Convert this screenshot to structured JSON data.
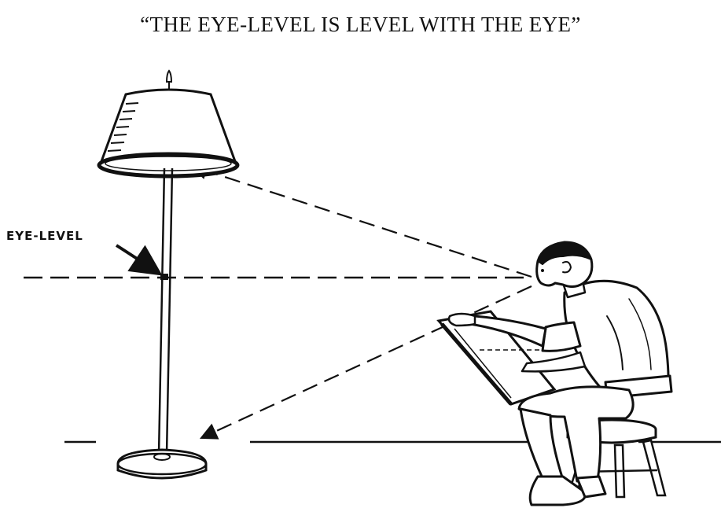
{
  "title": "“THE EYE-LEVEL IS LEVEL WITH THE EYE”",
  "labels": {
    "eye_level": "EYE-LEVEL"
  },
  "colors": {
    "ink": "#111111",
    "paper": "#ffffff"
  },
  "figure": {
    "subjects": [
      "floor-lamp",
      "seated-artist",
      "drawing-board",
      "stool"
    ],
    "sight_lines": [
      "to-lampshade-bottom",
      "eye-level",
      "to-lamp-base"
    ]
  }
}
